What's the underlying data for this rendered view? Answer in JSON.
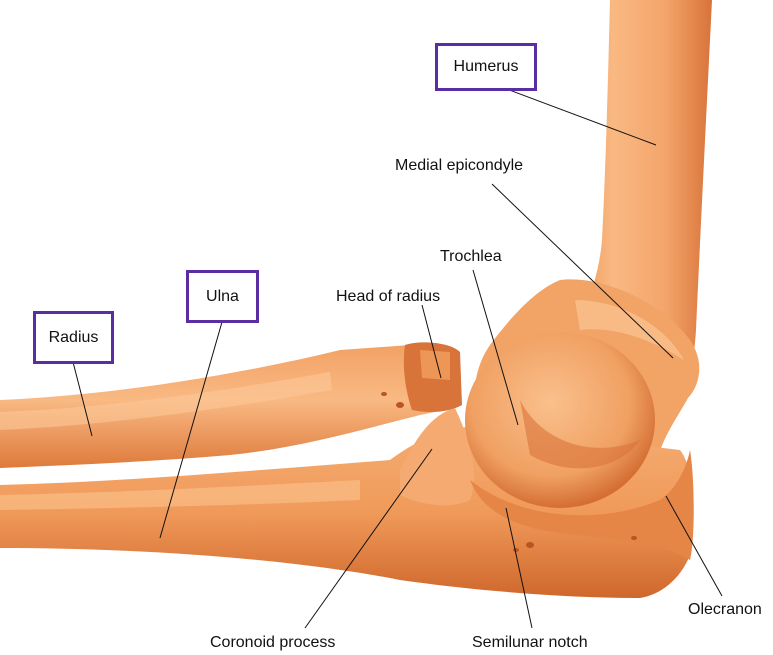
{
  "labels": {
    "humerus": "Humerus",
    "medial_epicondyle": "Medial epicondyle",
    "trochlea": "Trochlea",
    "head_of_radius": "Head of radius",
    "ulna": "Ulna",
    "radius": "Radius",
    "olecranon": "Olecranon",
    "coronoid_process": "Coronoid process",
    "semilunar_notch": "Semilunar notch"
  },
  "colors": {
    "bone_light": "#f7b07a",
    "bone_mid": "#ee9150",
    "bone_dark": "#d0652a",
    "bone_shadow": "#b85520",
    "highlight_box": "#5b2da3"
  }
}
